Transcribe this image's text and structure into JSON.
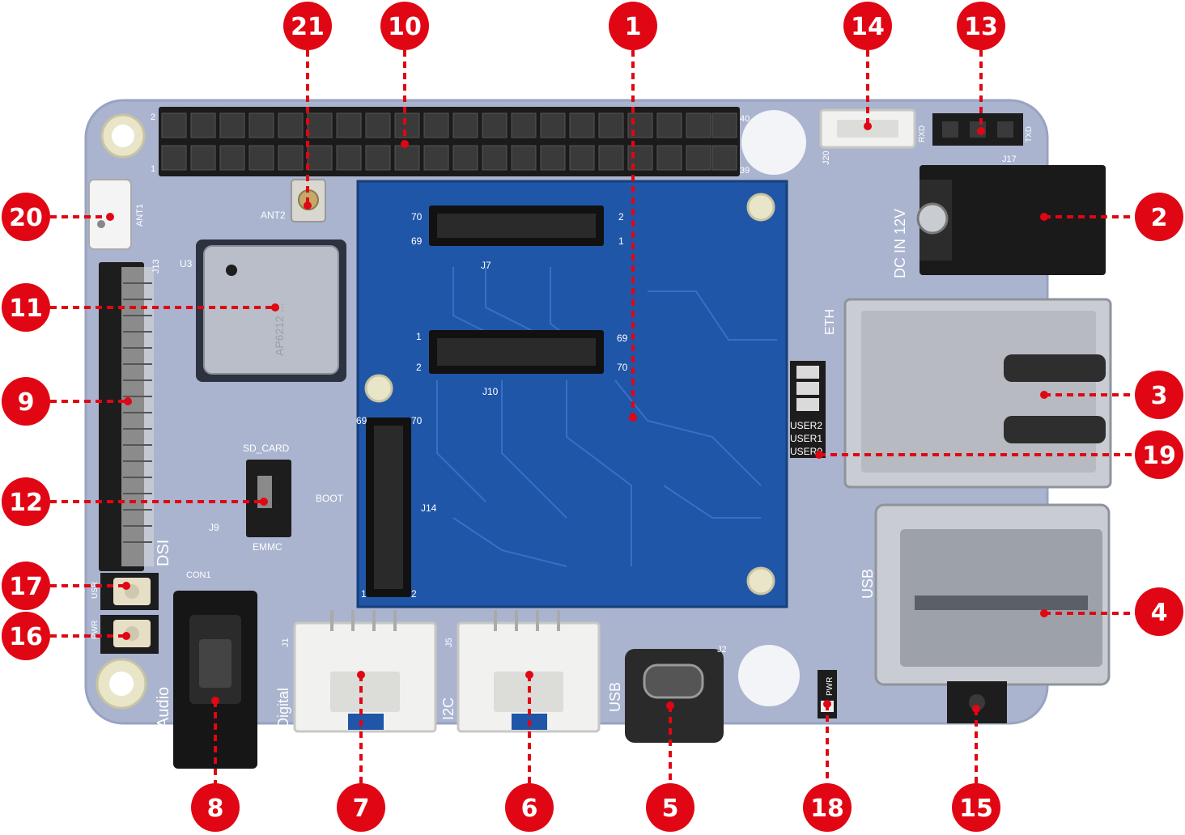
{
  "colors": {
    "board": "#aab4cf",
    "board_edge": "#98a3c2",
    "module": "#1f56a8",
    "callout": "#e10613",
    "header": "#1b1b1b",
    "metal": "#c9ccd2",
    "connector_white": "#f1f1ef"
  },
  "callouts": [
    "1",
    "2",
    "3",
    "4",
    "5",
    "6",
    "7",
    "8",
    "9",
    "10",
    "11",
    "12",
    "13",
    "14",
    "15",
    "16",
    "17",
    "18",
    "19",
    "20",
    "21"
  ],
  "labels": {
    "ant1": "ANT1",
    "ant2": "ANT2",
    "u3": "U3",
    "j13": "J13",
    "j7": "J7",
    "j10": "J10",
    "j14": "J14",
    "j1": "J1",
    "j5": "J5",
    "j2": "J2",
    "j9": "J9",
    "j17": "J17",
    "j20": "J20",
    "sd_card": "SD_CARD",
    "boot": "BOOT",
    "emmc": "EMMC",
    "con1": "CON1",
    "dsi": "DSI",
    "usr": "USR",
    "pwr_btn": "PWR",
    "audio": "Audio",
    "digital": "Digital",
    "i2c": "I2C",
    "usb_c": "USB",
    "pwr_led": "PWR",
    "user2": "USER2",
    "user1": "USER1",
    "user0": "USER0",
    "eth": "ETH",
    "usb_a": "USB",
    "dc_in": "DC IN 12V",
    "txd": "TXD",
    "rxd": "RXD",
    "wifi_module": "AP6212 ...",
    "pin_2": "2",
    "pin_1": "1",
    "pin_40": "40",
    "pin_39": "39",
    "j7_70": "70",
    "j7_69": "69",
    "j7_2": "2",
    "j7_1": "1",
    "j10_1": "1",
    "j10_2": "2",
    "j10_69": "69",
    "j10_70": "70",
    "j14_69": "69",
    "j14_70": "70",
    "j14_1": "1",
    "j14_2": "2"
  }
}
